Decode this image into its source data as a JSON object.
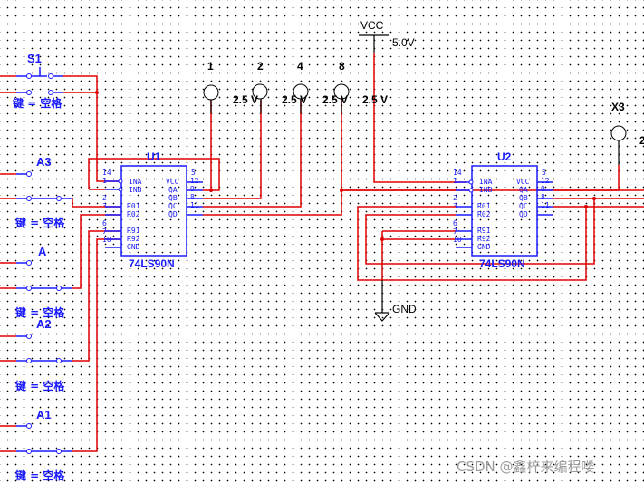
{
  "switches": [
    {
      "name": "S1",
      "key_label": "键 = 空格"
    },
    {
      "name": "A3",
      "key_label": "键 = 空格"
    },
    {
      "name": "A",
      "key_label": "键 = 空格"
    },
    {
      "name": "A2",
      "key_label": "键 = 空格"
    },
    {
      "name": "A1",
      "key_label": "键 = 空格"
    }
  ],
  "probes": [
    {
      "name": "1",
      "voltage": "2.5 V"
    },
    {
      "name": "2",
      "voltage": "2.5 V"
    },
    {
      "name": "4",
      "voltage": "2.5 V"
    },
    {
      "name": "8",
      "voltage": "2.5 V"
    },
    {
      "name": "X3",
      "voltage": "2"
    }
  ],
  "power": {
    "vcc_label": "VCC",
    "vcc_value": "5.0V",
    "gnd_label": "GND"
  },
  "chips": [
    {
      "ref": "U1",
      "part": "74LS90N",
      "left_pins": [
        {
          "num": "14",
          "name": ""
        },
        {
          "num": "1",
          "name": "INA"
        },
        {
          "num": "",
          "name": "INB"
        },
        {
          "num": "2",
          "name": ""
        },
        {
          "num": "3",
          "name": "R01"
        },
        {
          "num": "",
          "name": "R02"
        },
        {
          "num": "6",
          "name": ""
        },
        {
          "num": "7",
          "name": "R91"
        },
        {
          "num": "10",
          "name": "R92"
        },
        {
          "num": "",
          "name": "GND"
        }
      ],
      "right_pins": [
        {
          "num": "5",
          "name": "VCC"
        },
        {
          "num": "12",
          "name": "QA"
        },
        {
          "num": "9",
          "name": "QB"
        },
        {
          "num": "8",
          "name": "QC"
        },
        {
          "num": "11",
          "name": "QD"
        }
      ]
    },
    {
      "ref": "U2",
      "part": "74LS90N",
      "left_pins": [
        {
          "num": "14",
          "name": ""
        },
        {
          "num": "1",
          "name": "INA"
        },
        {
          "num": "",
          "name": "INB"
        },
        {
          "num": "2",
          "name": ""
        },
        {
          "num": "3",
          "name": "R01"
        },
        {
          "num": "",
          "name": "R02"
        },
        {
          "num": "6",
          "name": ""
        },
        {
          "num": "7",
          "name": "R91"
        },
        {
          "num": "10",
          "name": "R92"
        },
        {
          "num": "",
          "name": "GND"
        }
      ],
      "right_pins": [
        {
          "num": "5",
          "name": "VCC"
        },
        {
          "num": "12",
          "name": "QA"
        },
        {
          "num": "9",
          "name": "QB"
        },
        {
          "num": "8",
          "name": "QC"
        },
        {
          "num": "11",
          "name": "QD"
        }
      ]
    }
  ],
  "watermark": "CSDN @鑫梓来编程喽",
  "colors": {
    "wire": "#e00000",
    "component": "#1a1aff",
    "ground_wire": "#000000"
  }
}
